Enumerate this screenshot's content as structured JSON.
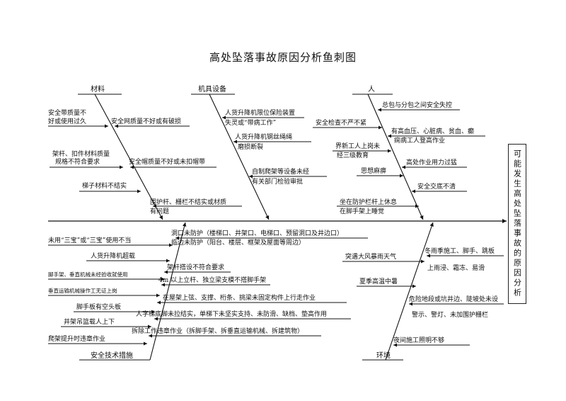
{
  "title": "高处坠落事故原因分析鱼刺图",
  "head": "可能发生高处坠落事故的原因分析",
  "categories": {
    "materials": "材料",
    "equipment": "机具设备",
    "people": "人",
    "safety": "安全技术措施",
    "environment": "环境"
  },
  "causes": {
    "materials": [
      "安全带质量不",
      "好或使用过久",
      "安全网质量不好或有破损",
      "架杆、扣件材料质量",
      "规格不符合要求",
      "安全帽质量不好或未扣帽带",
      "梯子材料不结实",
      "围护杆、栅栏不结实或材质",
      "有问题"
    ],
    "equipment": [
      "人货升降机限位保险装置",
      "失灵或“带病工作”",
      "人货升降机钢丝绳绳",
      "磨损断裂",
      "自制爬架等设备未经",
      "有关部门检验审批"
    ],
    "people": [
      "总包与分包之间安全失控",
      "安全检查不严不紧",
      "有高血压、心脏病、贫血、癫",
      "痫病工人登高作业",
      "界新工人上岗未",
      "经三级教育",
      "高处作业用力过猛",
      "思想麻痹",
      "安全交底不清",
      "坐在防护栏杆上休息",
      "在脚手架上睡觉"
    ],
    "safety": [
      "洞口未防护（楼梯口、井架口、电梯口、预留洞口及井边口）",
      "临边未防护（阳台、楼层、框架及屋面等周边）",
      "未用“三宝”或“三宝”使用不当",
      "人货升降机超载",
      "架杆搭设不符合要求",
      "脚手架、垂直机械未经验收就使用",
      "4m 以上立杆、独立梁支模不搭脚手架",
      "垂直运输机械操作工无证上岗",
      "在屋架上弦、支撑、桁条、挑梁未固定构件上行走作业",
      "脚手板有空头板",
      "人字梯底脚未拉结实，单梯下未坚实支持、未防滑、缺档、垫高作用",
      "井架吊篮载人上下",
      "拆除工作违章作业（拆脚手架、拆垂直运输机械、拆建筑物）",
      "爬架提升时违章作业"
    ],
    "environment": [
      "突遇大风暴雨天气",
      "冬雨季施工、脚手、跳板",
      "上雨浸、霜冻、易滑",
      "夏季高温中暑",
      "危险地段或坑井边、陡坡处未设",
      "警示、警灯、未加围护栅栏",
      "夜间施工照明不够"
    ]
  }
}
